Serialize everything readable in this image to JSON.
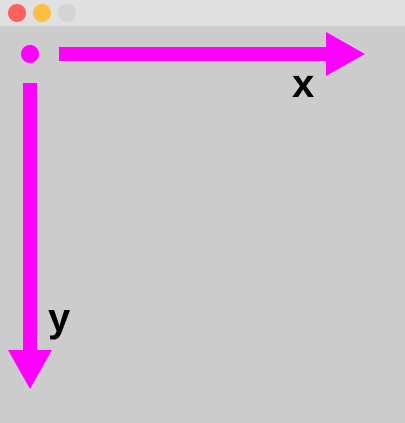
{
  "window": {
    "buttons": [
      {
        "name": "close",
        "color": "#ff605c"
      },
      {
        "name": "minimize",
        "color": "#ffbd44"
      },
      {
        "name": "zoom",
        "color": "#d4d4d4"
      }
    ]
  },
  "canvas": {
    "background": "#cccccc",
    "accent": "#ff00ff",
    "x_axis_label": "x",
    "y_axis_label": "y"
  }
}
